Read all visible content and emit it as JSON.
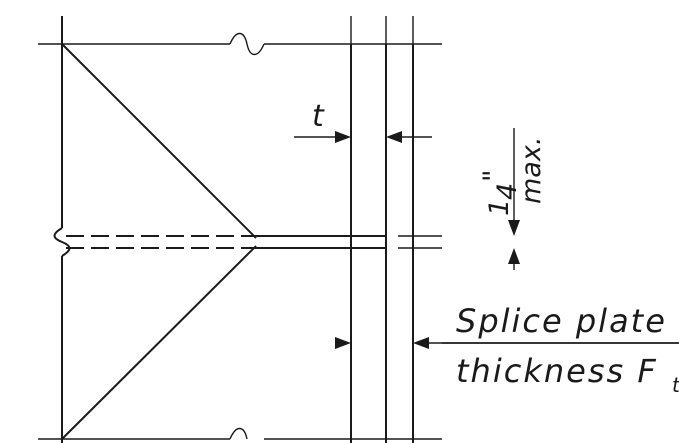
{
  "drawing": {
    "labels": {
      "thickness_symbol": "t",
      "gap_numerator": "1",
      "gap_denominator": "4",
      "gap_inch_mark": "\"",
      "gap_qualifier": "max.",
      "note_line_1": "Splice plate",
      "note_line_2": "thickness F",
      "note_subscript": "t"
    },
    "colors": {
      "line": "#1a1a1a",
      "background": "#ffffff"
    }
  }
}
